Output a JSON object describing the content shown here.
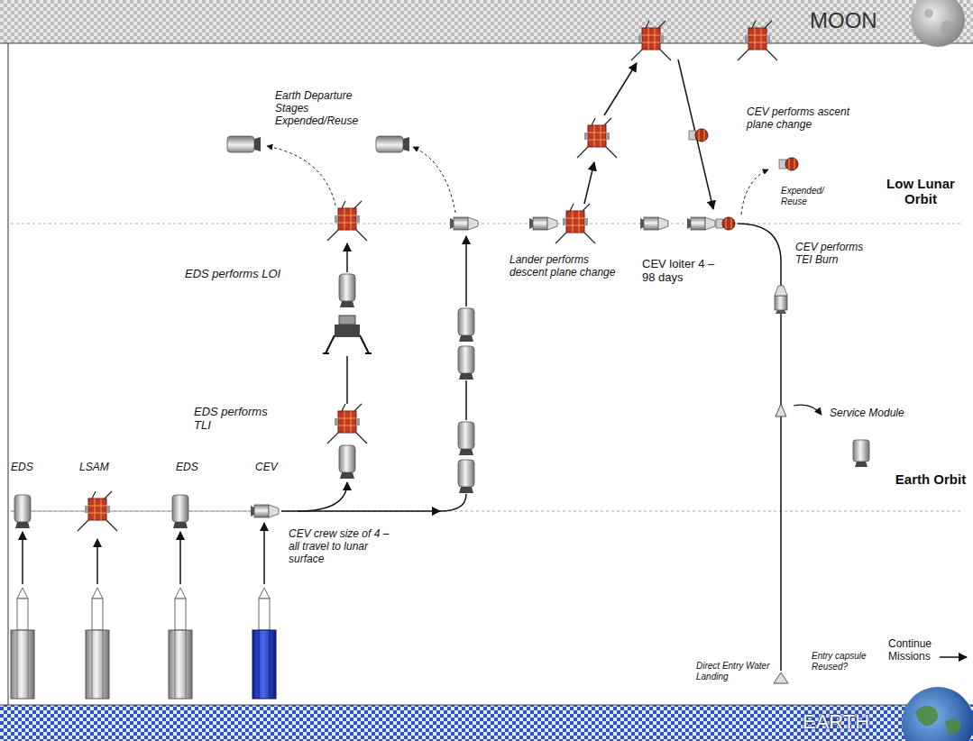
{
  "diagram": {
    "nodes": [
      {
        "text": [
          "MOON"
        ]
      },
      {
        "text": [
          "EARTH"
        ]
      }
    ],
    "labels": [
      "Earth Departure Stages Expended/Reuse",
      "CEV performs ascent plane change",
      "Low Lunar Orbit",
      "Expended/ Reuse",
      "CEV performs TEI Burn",
      "EDS performs LOI",
      "Lander performs descent plane change",
      "CEV loiter 4 – 98 days",
      "EDS performs TLI",
      "Service Module",
      "Earth Orbit",
      "EDS",
      "LSAM",
      "EDS",
      "CEV",
      "CEV crew size of 4 – all travel to lunar surface",
      "Direct Entry Water Landing",
      "Entry capsule Reused?",
      "Continue Missions"
    ]
  }
}
